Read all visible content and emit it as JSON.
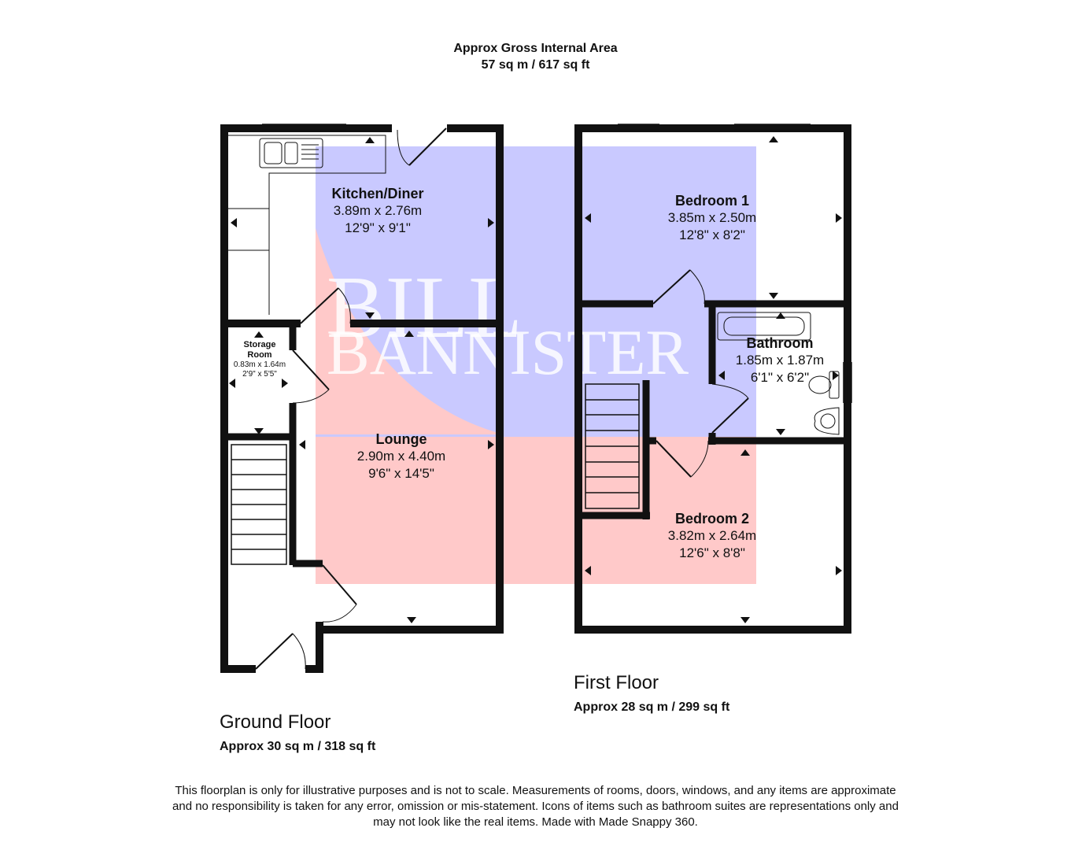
{
  "header": {
    "line1": "Approx Gross Internal Area",
    "line2": "57 sq m / 617 sq ft"
  },
  "ground_floor": {
    "title": "Ground Floor",
    "area": "Approx 30 sq m / 318 sq ft",
    "rooms": {
      "kitchen": {
        "name": "Kitchen/Diner",
        "metric": "3.89m x 2.76m",
        "imperial": "12'9\" x 9'1\""
      },
      "storage": {
        "name": "Storage Room",
        "metric": "0.83m x 1.64m",
        "imperial": "2'9\" x 5'5\""
      },
      "lounge": {
        "name": "Lounge",
        "metric": "2.90m x 4.40m",
        "imperial": "9'6\" x 14'5\""
      }
    }
  },
  "first_floor": {
    "title": "First Floor",
    "area": "Approx 28 sq m / 299 sq ft",
    "rooms": {
      "bedroom1": {
        "name": "Bedroom 1",
        "metric": "3.85m x 2.50m",
        "imperial": "12'8\" x 8'2\""
      },
      "bathroom": {
        "name": "Bathroom",
        "metric": "1.85m x 1.87m",
        "imperial": "6'1\" x 6'2\""
      },
      "bedroom2": {
        "name": "Bedroom 2",
        "metric": "3.82m x 2.64m",
        "imperial": "12'6\" x 8'8\""
      }
    }
  },
  "watermark": {
    "line1": "BILL",
    "line2": "BANNISTER"
  },
  "disclaimer": [
    "This floorplan is only for illustrative purposes and is not to scale. Measurements of rooms, doors, windows, and any items are approximate",
    "and no responsibility is taken for any error, omission or mis-statement. Icons of items such as bathroom suites are representations only and",
    "may not look like the real items. Made with Made Snappy 360."
  ],
  "colors": {
    "wall": "#111111",
    "watermark_blue": "#c9c9ff",
    "watermark_red": "#ffc9c9",
    "watermark_text": "#ffffff"
  }
}
